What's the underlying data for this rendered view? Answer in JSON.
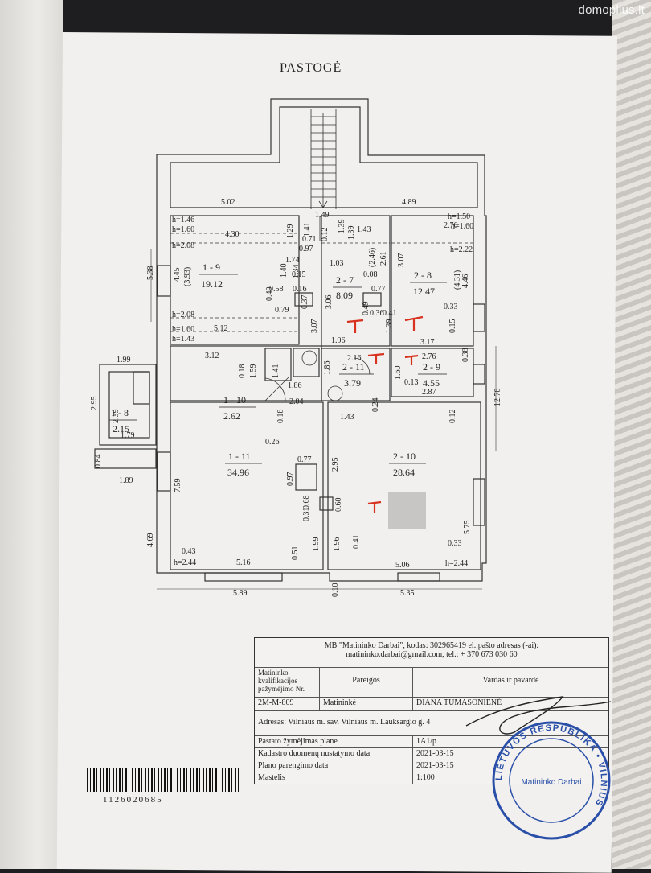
{
  "watermark": "domoplius.lt",
  "plan": {
    "title": "PASTOGĖ",
    "rooms": [
      {
        "id": "1 - 9",
        "area": "19.12"
      },
      {
        "id": "2 - 7",
        "area": "8.09"
      },
      {
        "id": "2 - 8",
        "area": "12.47"
      },
      {
        "id": "1 - 10",
        "area": "2.62"
      },
      {
        "id": "2 - 11",
        "area": "3.79"
      },
      {
        "id": "2 - 9",
        "area": "4.55"
      },
      {
        "id": "1 - 8",
        "area": "2.15"
      },
      {
        "id": "1 - 11",
        "area": "34.96"
      },
      {
        "id": "2 - 10",
        "area": "28.64"
      }
    ],
    "dims": {
      "d502": "5.02",
      "d489": "4.89",
      "d149": "1.49",
      "d430": "4.30",
      "d276": "2.76",
      "h146": "h=1.46",
      "h160a": "h=1.60",
      "h208a": "h=2.08",
      "h150": "h=1.50",
      "h160b": "h=1.60",
      "h222": "h=2.22",
      "h208b": "h=2.08",
      "h160c": "h=1.60",
      "h143": "h=1.43",
      "d512": "5.12",
      "d538": "5.38",
      "d445": "4.45",
      "d393": "(3.93)",
      "d129": "1.29",
      "d141": "1.41",
      "d097": "0.97",
      "d071": "0.71",
      "d012a": "0.12",
      "d139a": "1.39",
      "d143a": "1.43",
      "d174": "1.74",
      "d103": "1.03",
      "d140": "1.40",
      "d134": "1.34",
      "d015a": "0.15",
      "d058": "0.58",
      "d016": "0.16",
      "d040": "0.40",
      "d079": "0.79",
      "d037": "0.37",
      "d307a": "3.07",
      "d246": "(2.46)",
      "d261": "2.61",
      "d008": "0.08",
      "d077a": "0.77",
      "d049": "0.49",
      "d036": "0.36",
      "d041a": "0.41",
      "d306": "3.06",
      "d307b": "3.07",
      "d446": "4.46",
      "d431": "(4.31)",
      "d033a": "0.33",
      "d015b": "0.15",
      "d139b": "1.39",
      "d196a": "1.96",
      "d317": "3.17",
      "d312": "3.12",
      "d018a": "0.18",
      "d159": "1.59",
      "d141b": "1.41",
      "d186a": "1.86",
      "d186b": "1.86",
      "d216": "2.16",
      "d276b": "2.76",
      "d038": "0.38",
      "d160c": "1.60",
      "d013": "0.13",
      "d287": "2.87",
      "d204": "2.04",
      "d024": "0.24",
      "d143b": "1.43",
      "d012b": "0.12",
      "d1278": "12.78",
      "d199": "1.99",
      "d295a": "2.95",
      "d239": "2.39",
      "d179": "1.79",
      "d084": "0.84",
      "d189": "1.89",
      "d018b": "0.18",
      "d026": "0.26",
      "d759": "7.59",
      "d469": "4.69",
      "d077b": "0.77",
      "d097b": "0.97",
      "d295b": "2.95",
      "d068": "0.68",
      "d031": "0.31",
      "d060": "0.60",
      "d575": "5.75",
      "d043": "0.43",
      "d516": "5.16",
      "d051": "0.51",
      "d199b": "1.99",
      "d196b": "1.96",
      "d041b": "0.41",
      "d506": "5.06",
      "d033b": "0.33",
      "h244a": "h=2.44",
      "h244b": "h=2.44",
      "d589": "5.89",
      "d010": "0.10",
      "d535": "5.35"
    }
  },
  "company": {
    "line1": "MB \"Matininko Darbai\", kodas: 302965419 el. pašto adresas (-ai):",
    "line2": "matininko.darbai@gmail.com, tel.: + 370 673 030 60"
  },
  "table": {
    "head_cert": "Matininko kvalifikacijos pažymėjimo Nr.",
    "head_role": "Pareigos",
    "head_name": "Vardas ir pavardė",
    "cert": "2M-M-809",
    "role": "Matininkė",
    "name": "DIANA TUMASONIENĖ",
    "address": "Adresas: Vilniaus m. sav. Vilniaus m. Lauksargio g. 4",
    "rows": [
      {
        "label": "Pastato žymėjimas plane",
        "value": "1A1/p"
      },
      {
        "label": "Kadastro duomenų nustatymo data",
        "value": "2021-03-15"
      },
      {
        "label": "Plano parengimo data",
        "value": "2021-03-15"
      },
      {
        "label": "Mastelis",
        "value": "1:100"
      }
    ]
  },
  "barcode_number": "1126020685",
  "stamp": {
    "outer": "LIETUVOS RESPUBLIKA • VILNIUS",
    "inner": "Matininko Darbai"
  },
  "colors": {
    "marker": "#d8321e",
    "stamp": "#2a4fa8"
  }
}
